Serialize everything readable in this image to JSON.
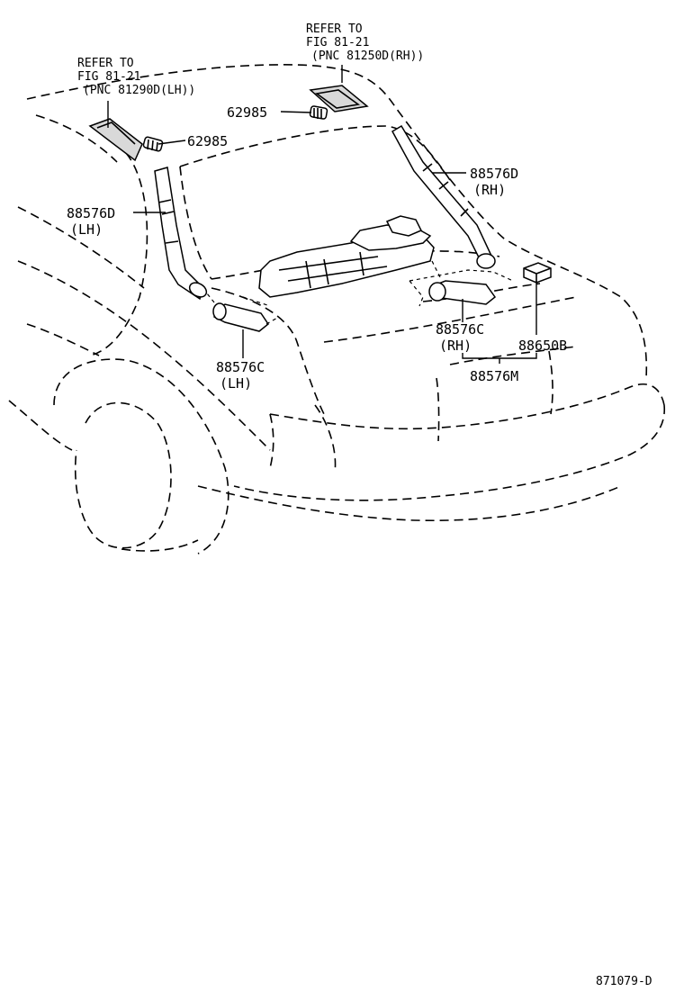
{
  "refs": {
    "rh": {
      "line1": "REFER TO",
      "line2": "FIG 81-21",
      "line3": "(PNC 81250D(RH))"
    },
    "lh": {
      "line1": "REFER TO",
      "line2": "FIG 81-21",
      "line3": "(PNC 81290D(LH))"
    }
  },
  "parts": {
    "p62985_top": "62985",
    "p62985_mid": "62985",
    "p88576D_rh": "88576D",
    "p88576D_rh_side": "(RH)",
    "p88576D_lh": "88576D",
    "p88576D_lh_side": "(LH)",
    "p88576C_rh": "88576C",
    "p88576C_rh_side": "(RH)",
    "p88650B": "88650B",
    "p88576M": "88576M",
    "p88576C_lh": "88576C",
    "p88576C_lh_side": "(LH)"
  },
  "figure_id": "871079-D"
}
